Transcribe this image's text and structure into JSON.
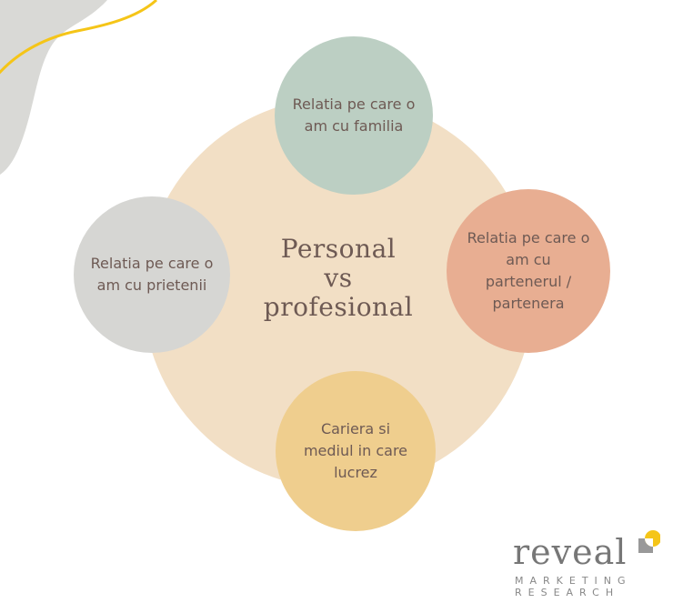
{
  "center": {
    "line1": "Personal",
    "line2": "vs",
    "line3": "profesional"
  },
  "bubbles": {
    "top": "Relatia pe care o am cu familia",
    "left": "Relatia pe care o am cu prietenii",
    "right": "Relatia pe care o am cu partenerul / partenera",
    "bottom": "Cariera si mediul in care lucrez"
  },
  "logo": {
    "word": "reveal",
    "sub1": "MARKETING",
    "sub2": "RESEARCH"
  },
  "colors": {
    "center": "#f2dfc5",
    "top": "#bccfc3",
    "left": "#d6d6d3",
    "right": "#e8ae92",
    "bottom": "#efce8e",
    "accent": "#f5c518"
  }
}
